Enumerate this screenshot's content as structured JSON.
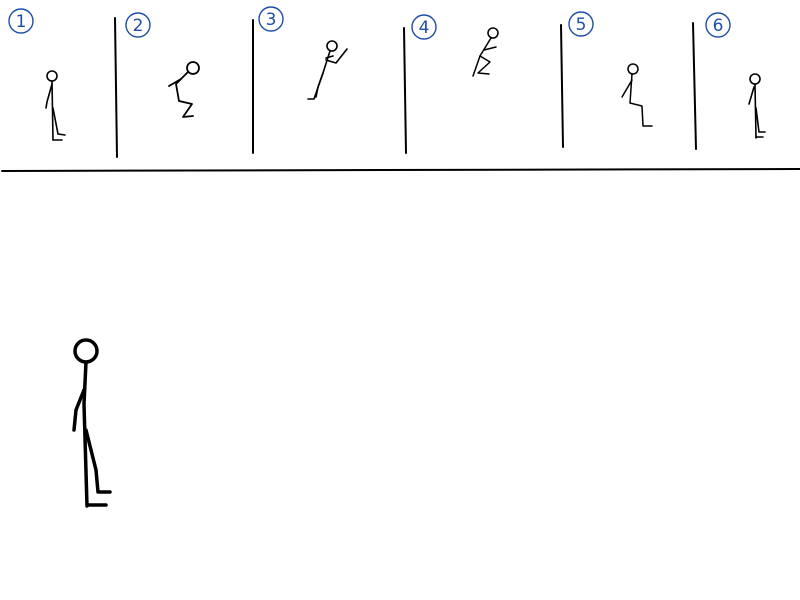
{
  "colors": {
    "ink": "#000000",
    "number_ink": "#1f4fa8",
    "background": "#ffffff"
  },
  "frames": [
    {
      "number": "1",
      "pose": "standing"
    },
    {
      "number": "2",
      "pose": "crouching"
    },
    {
      "number": "3",
      "pose": "jumping-arms-raised"
    },
    {
      "number": "4",
      "pose": "tucked-in-air"
    },
    {
      "number": "5",
      "pose": "landing"
    },
    {
      "number": "6",
      "pose": "standing"
    }
  ],
  "preview": {
    "pose": "standing"
  }
}
